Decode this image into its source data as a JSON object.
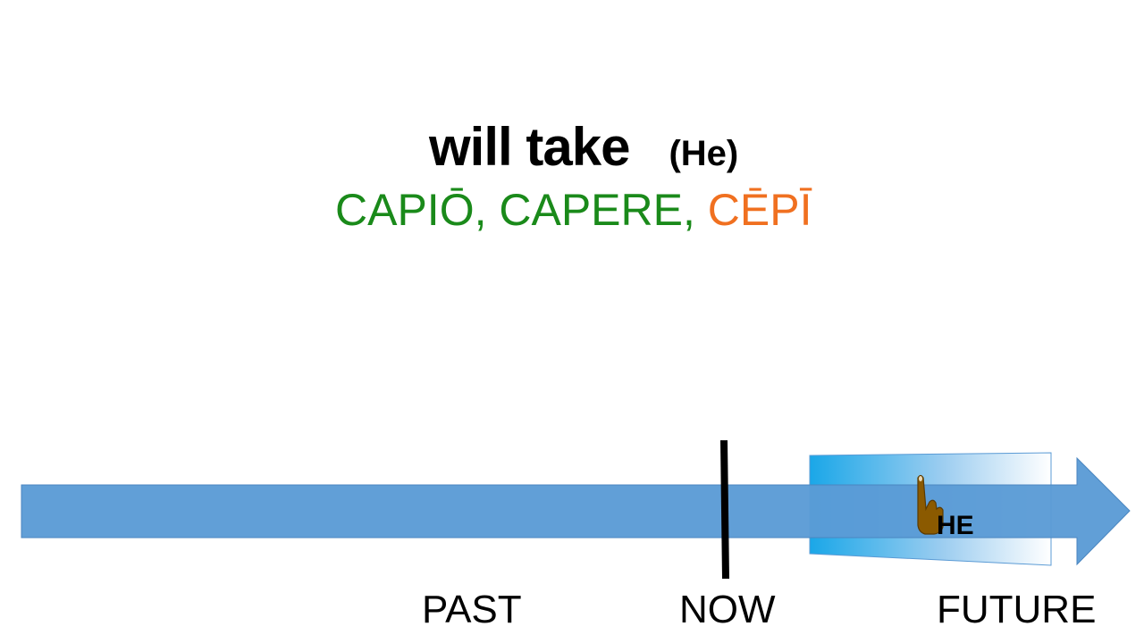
{
  "heading": {
    "verb_english": "will take",
    "pronoun": "(He)"
  },
  "principal_parts": {
    "first": "CAPIŌ, ",
    "second": "CAPERE, ",
    "third": "CĒPĪ"
  },
  "timeline": {
    "past_label": "PAST",
    "now_label": "NOW",
    "future_label": "FUTURE",
    "subject_label": "HE"
  },
  "colors": {
    "arrow": "#5b9bd5",
    "highlight_start": "#1aa7e8",
    "highlight_end": "#ffffff",
    "green": "#1a8a1a",
    "orange": "#f07020",
    "hand": "#8b5a00"
  },
  "icons": {
    "pointer": "pointing-hand-icon"
  }
}
